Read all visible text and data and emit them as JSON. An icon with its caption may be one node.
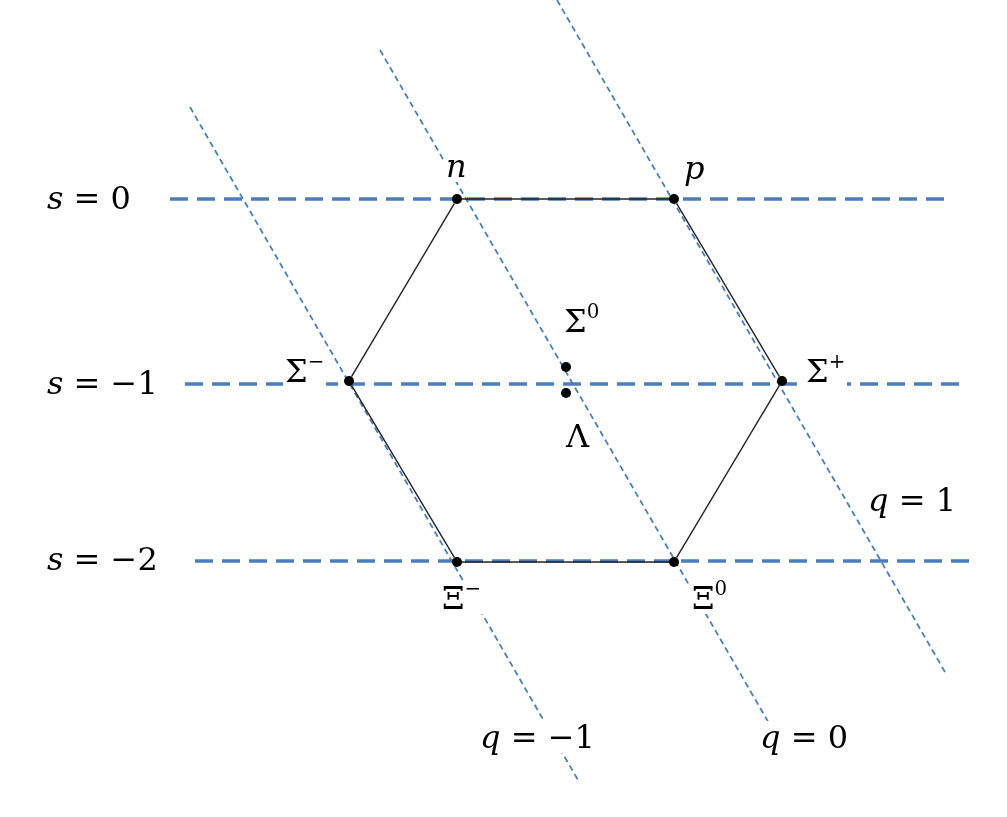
{
  "diagram": {
    "nodes": [
      {
        "text": [],
        "shape": "circle",
        "beside": [
          "*n*"
        ]
      },
      {
        "text": [],
        "shape": "circle",
        "beside": [
          "*p*"
        ]
      },
      {
        "text": [],
        "shape": "circle",
        "beside": [
          "Σ$^{−}$"
        ]
      },
      {
        "text": [],
        "shape": "circle",
        "beside": [
          "Σ$^{0}$"
        ]
      },
      {
        "text": [],
        "shape": "circle",
        "beside": [
          "Σ$^{+}$"
        ]
      },
      {
        "text": [],
        "shape": "circle",
        "beside": [
          "Λ"
        ]
      },
      {
        "text": [],
        "shape": "circle",
        "beside": [
          "Ξ$^{−}$"
        ]
      },
      {
        "text": [],
        "shape": "circle",
        "beside": [
          "Ξ$^{0}$"
        ]
      }
    ],
    "edges": [
      {
        "from": 0,
        "to": 1,
        "arrow": "none"
      },
      {
        "from": 1,
        "to": 4,
        "arrow": "none"
      },
      {
        "from": 4,
        "to": 7,
        "arrow": "none"
      },
      {
        "from": 7,
        "to": 6,
        "arrow": "none"
      },
      {
        "from": 6,
        "to": 2,
        "arrow": "none"
      },
      {
        "from": 2,
        "to": 0,
        "arrow": "none"
      }
    ],
    "labels": [
      "*s* = 0",
      "*s* = −1",
      "*q* = 1",
      "*s* = −2",
      "*q* = −1",
      "*q* = 0"
    ]
  }
}
